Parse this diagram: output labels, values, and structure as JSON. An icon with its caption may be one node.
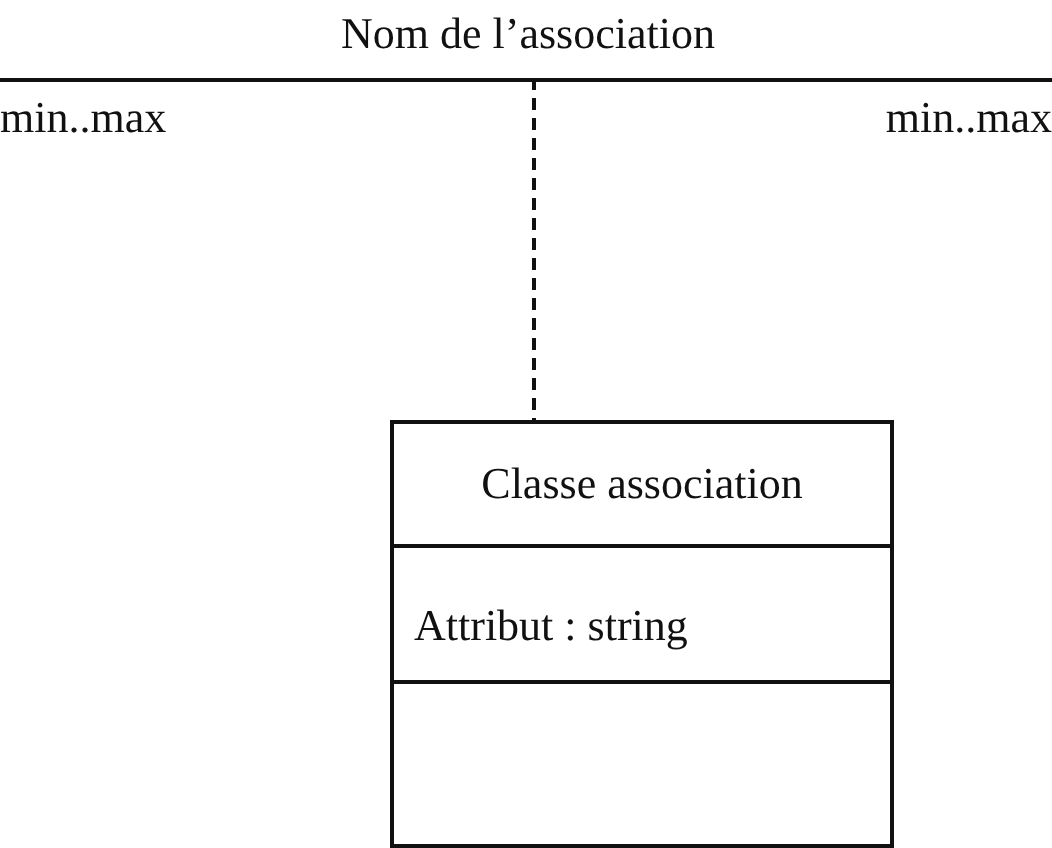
{
  "diagram": {
    "nodes": [
      {
        "text": [],
        "shape": "line"
      },
      {
        "text": [
          "Classe association",
          "Attribut : string"
        ]
      }
    ],
    "edges": [
      {
        "from": 0,
        "to": 1,
        "arrow": "none",
        "style": "dashed"
      }
    ],
    "labels": [
      "Nom de l’association",
      "min..max",
      "min..max"
    ]
  }
}
